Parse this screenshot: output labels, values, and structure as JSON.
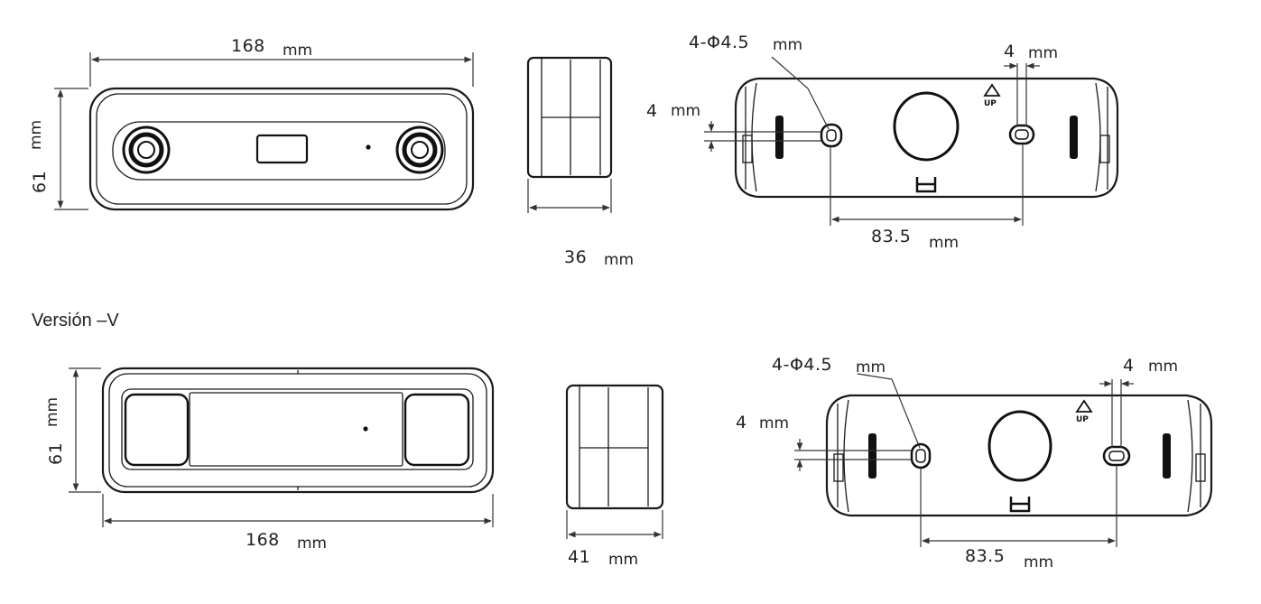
{
  "colors": {
    "line": "#1a1a1a",
    "text": "#222222",
    "background": "#ffffff"
  },
  "unit": "mm",
  "variant_label": "Versión –V",
  "standard": {
    "front": {
      "width": "168",
      "height": "61"
    },
    "side": {
      "depth": "36"
    },
    "back": {
      "holes": "4-Φ4.5",
      "slot_offset": "4",
      "edge_offset": "4",
      "hole_spacing": "83.5"
    }
  },
  "variant_v": {
    "front": {
      "width": "168",
      "height": "61"
    },
    "side": {
      "depth": "41"
    },
    "back": {
      "holes": "4-Φ4.5",
      "slot_offset": "4",
      "edge_offset": "4",
      "hole_spacing": "83.5"
    }
  },
  "icons": [
    "up-arrow-icon",
    "bracket-icon",
    "camera-lens-icon",
    "mounting-hole-icon"
  ]
}
